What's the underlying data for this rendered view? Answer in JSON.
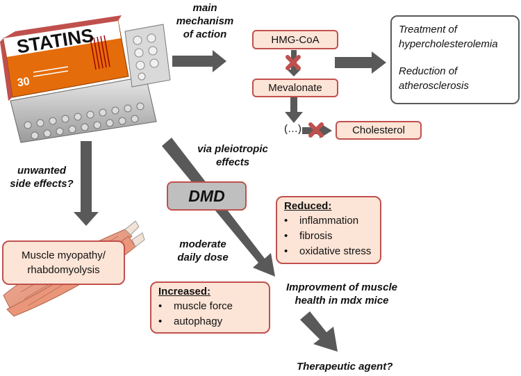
{
  "statins_pack": {
    "brand": "STATINS",
    "number": "30"
  },
  "labels": {
    "main_mechanism": [
      "main",
      "mechanism",
      "of action"
    ],
    "via_pleiotropic": [
      "via pleiotropic",
      "effects"
    ],
    "unwanted": [
      "unwanted",
      "side effects?"
    ],
    "moderate": [
      "moderate",
      "daily dose"
    ],
    "improvement": [
      "Improvment of muscle",
      "health in mdx mice"
    ],
    "therapeutic": "Therapeutic agent?"
  },
  "boxes": {
    "hmg": "HMG-CoA",
    "mevalonate": "Mevalonate",
    "ellipsis": "(…)",
    "cholesterol": "Cholesterol",
    "dmd": "DMD",
    "myopathy": [
      "Muscle myopathy/",
      "rhabdomyolysis"
    ]
  },
  "treatment": {
    "line1": [
      "Treatment of",
      "hypercholesterolemia"
    ],
    "line2": [
      "Reduction of",
      "atherosclerosis"
    ]
  },
  "reduced": {
    "heading": "Reduced:",
    "items": [
      "inflammation",
      "fibrosis",
      "oxidative stress"
    ]
  },
  "increased": {
    "heading": "Increased:",
    "items": [
      "muscle force",
      "autophagy"
    ]
  },
  "colors": {
    "box_fill": "#fce4d6",
    "box_border": "#c0504d",
    "arrow": "#595959",
    "inhibit": "#c0504d"
  }
}
